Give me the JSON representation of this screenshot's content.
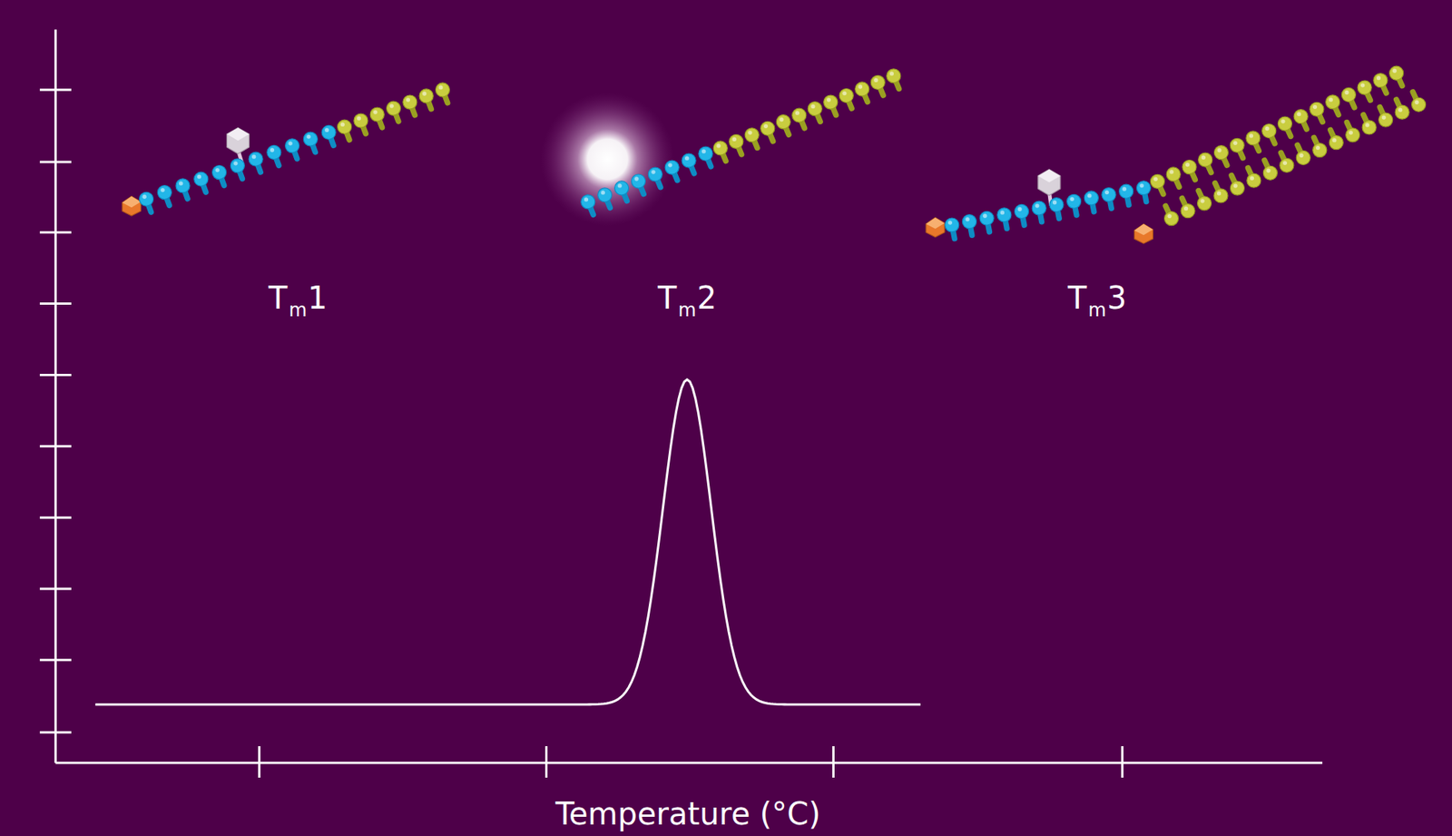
{
  "diagram": {
    "labels": [
      "T",
      "m",
      "1",
      "T",
      "m",
      "2",
      "T",
      "m",
      "3",
      "Temperature (°C)"
    ]
  }
}
